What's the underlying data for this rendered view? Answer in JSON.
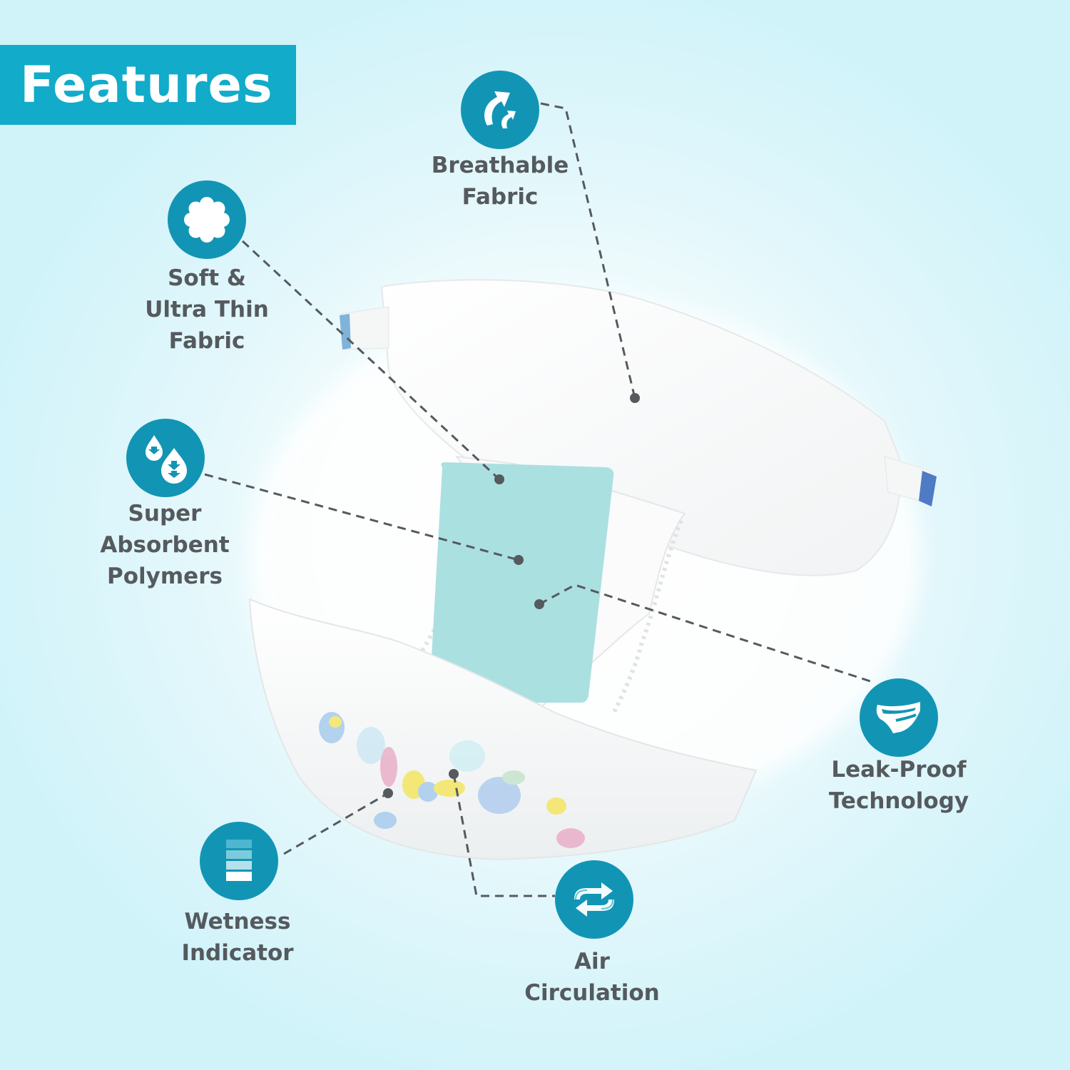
{
  "banner": {
    "title": "Features",
    "bg_color": "#12abca",
    "text_color": "#ffffff"
  },
  "colors": {
    "icon_bg": "#1295b5",
    "label_text": "#555a5e",
    "leader_line": "#555a5e",
    "absorbent_core": "#a6dedf",
    "tab_blue": "#4f7bc4"
  },
  "features": [
    {
      "id": "breathable",
      "icon": "arrows-up-icon",
      "lines": [
        "Breathable",
        "Fabric"
      ]
    },
    {
      "id": "soft",
      "icon": "cloud-flower-icon",
      "lines": [
        "Soft &",
        "Ultra Thin",
        "Fabric"
      ]
    },
    {
      "id": "absorbent",
      "icon": "water-drops-icon",
      "lines": [
        "Super",
        "Absorbent",
        "Polymers"
      ]
    },
    {
      "id": "leakproof",
      "icon": "diaper-icon",
      "lines": [
        "Leak-Proof",
        "Technology"
      ]
    },
    {
      "id": "wetness",
      "icon": "level-bars-icon",
      "lines": [
        "Wetness",
        "Indicator"
      ]
    },
    {
      "id": "air",
      "icon": "swap-arrows-icon",
      "lines": [
        "Air",
        "Circulation"
      ]
    }
  ]
}
